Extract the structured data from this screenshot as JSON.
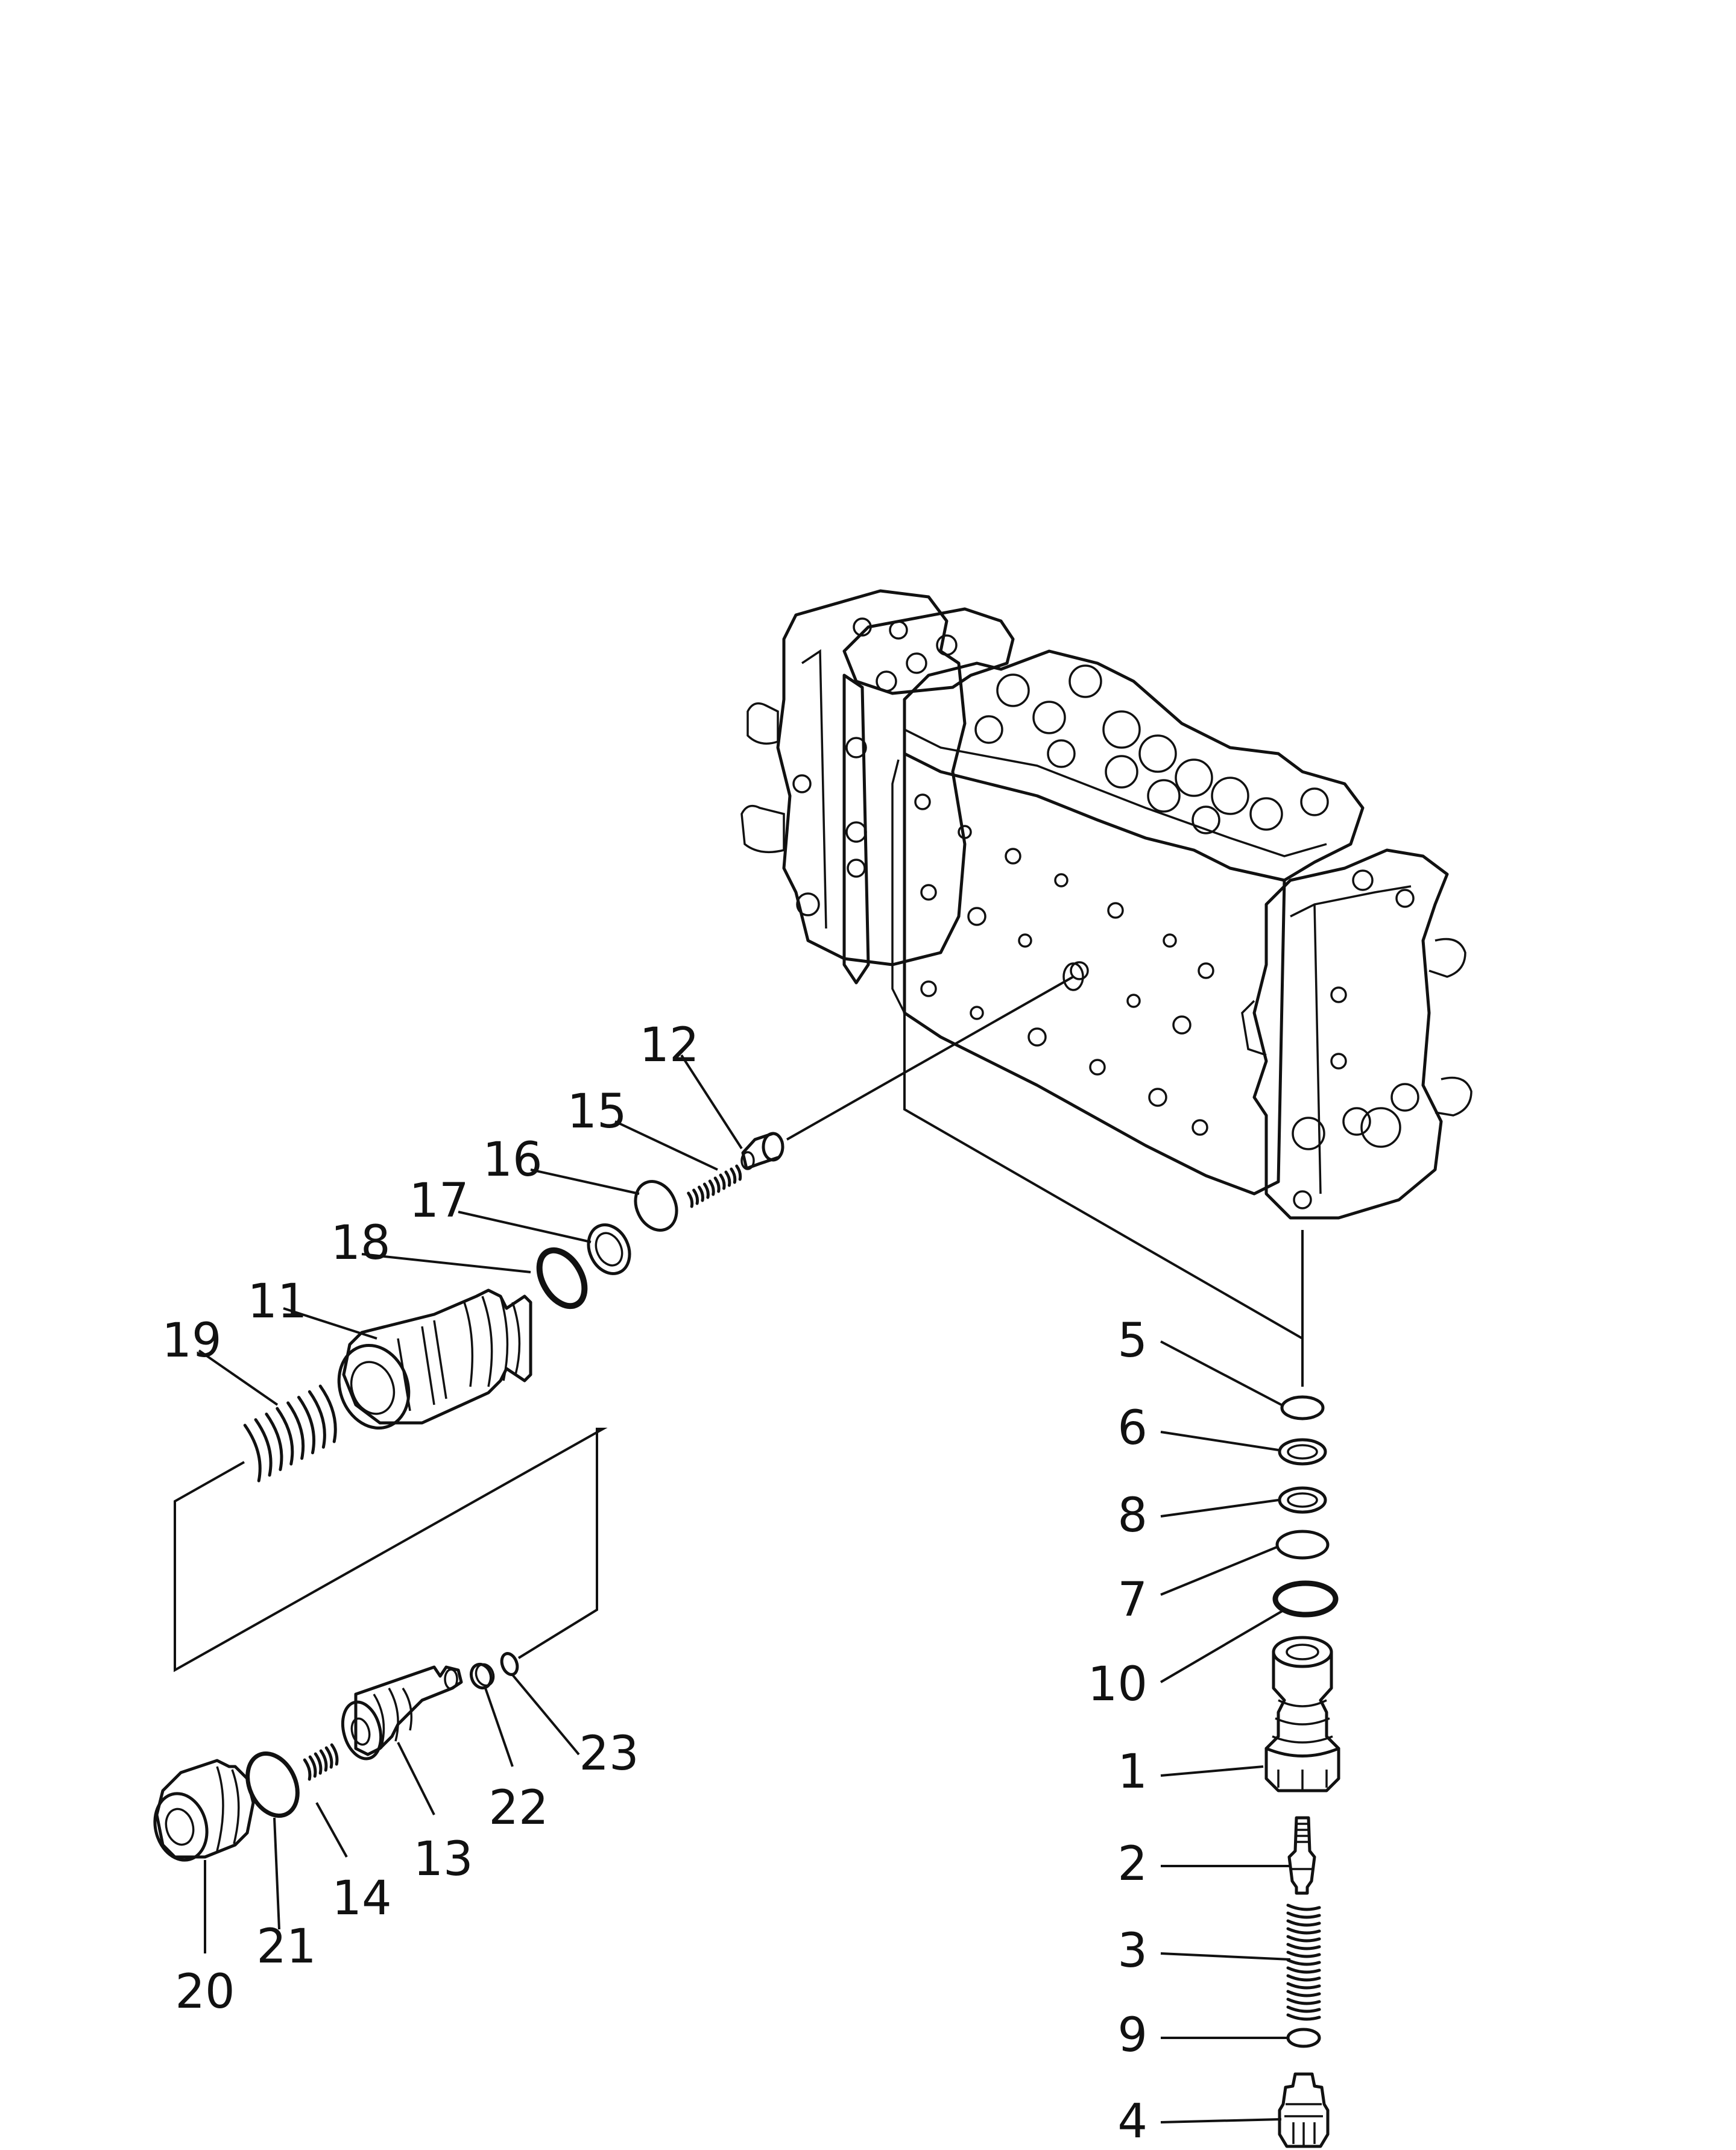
{
  "diagram": {
    "type": "exploded parts diagram",
    "colors": {
      "ink": "#111111",
      "paper": "#ffffff"
    },
    "callouts": [
      {
        "id": "1",
        "part": "relief-valve-body"
      },
      {
        "id": "2",
        "part": "poppet"
      },
      {
        "id": "3",
        "part": "spring"
      },
      {
        "id": "4",
        "part": "plug"
      },
      {
        "id": "5",
        "part": "o-ring"
      },
      {
        "id": "6",
        "part": "backup-ring"
      },
      {
        "id": "7",
        "part": "o-ring"
      },
      {
        "id": "8",
        "part": "backup-ring"
      },
      {
        "id": "9",
        "part": "o-ring"
      },
      {
        "id": "10",
        "part": "o-ring"
      },
      {
        "id": "11",
        "part": "valve-sleeve"
      },
      {
        "id": "12",
        "part": "poppet"
      },
      {
        "id": "13",
        "part": "piston"
      },
      {
        "id": "14",
        "part": "spring"
      },
      {
        "id": "15",
        "part": "spring"
      },
      {
        "id": "16",
        "part": "o-ring"
      },
      {
        "id": "17",
        "part": "backup-ring"
      },
      {
        "id": "18",
        "part": "o-ring"
      },
      {
        "id": "19",
        "part": "spring"
      },
      {
        "id": "20",
        "part": "plug"
      },
      {
        "id": "21",
        "part": "o-ring"
      },
      {
        "id": "22",
        "part": "ring"
      },
      {
        "id": "23",
        "part": "o-ring"
      }
    ]
  }
}
